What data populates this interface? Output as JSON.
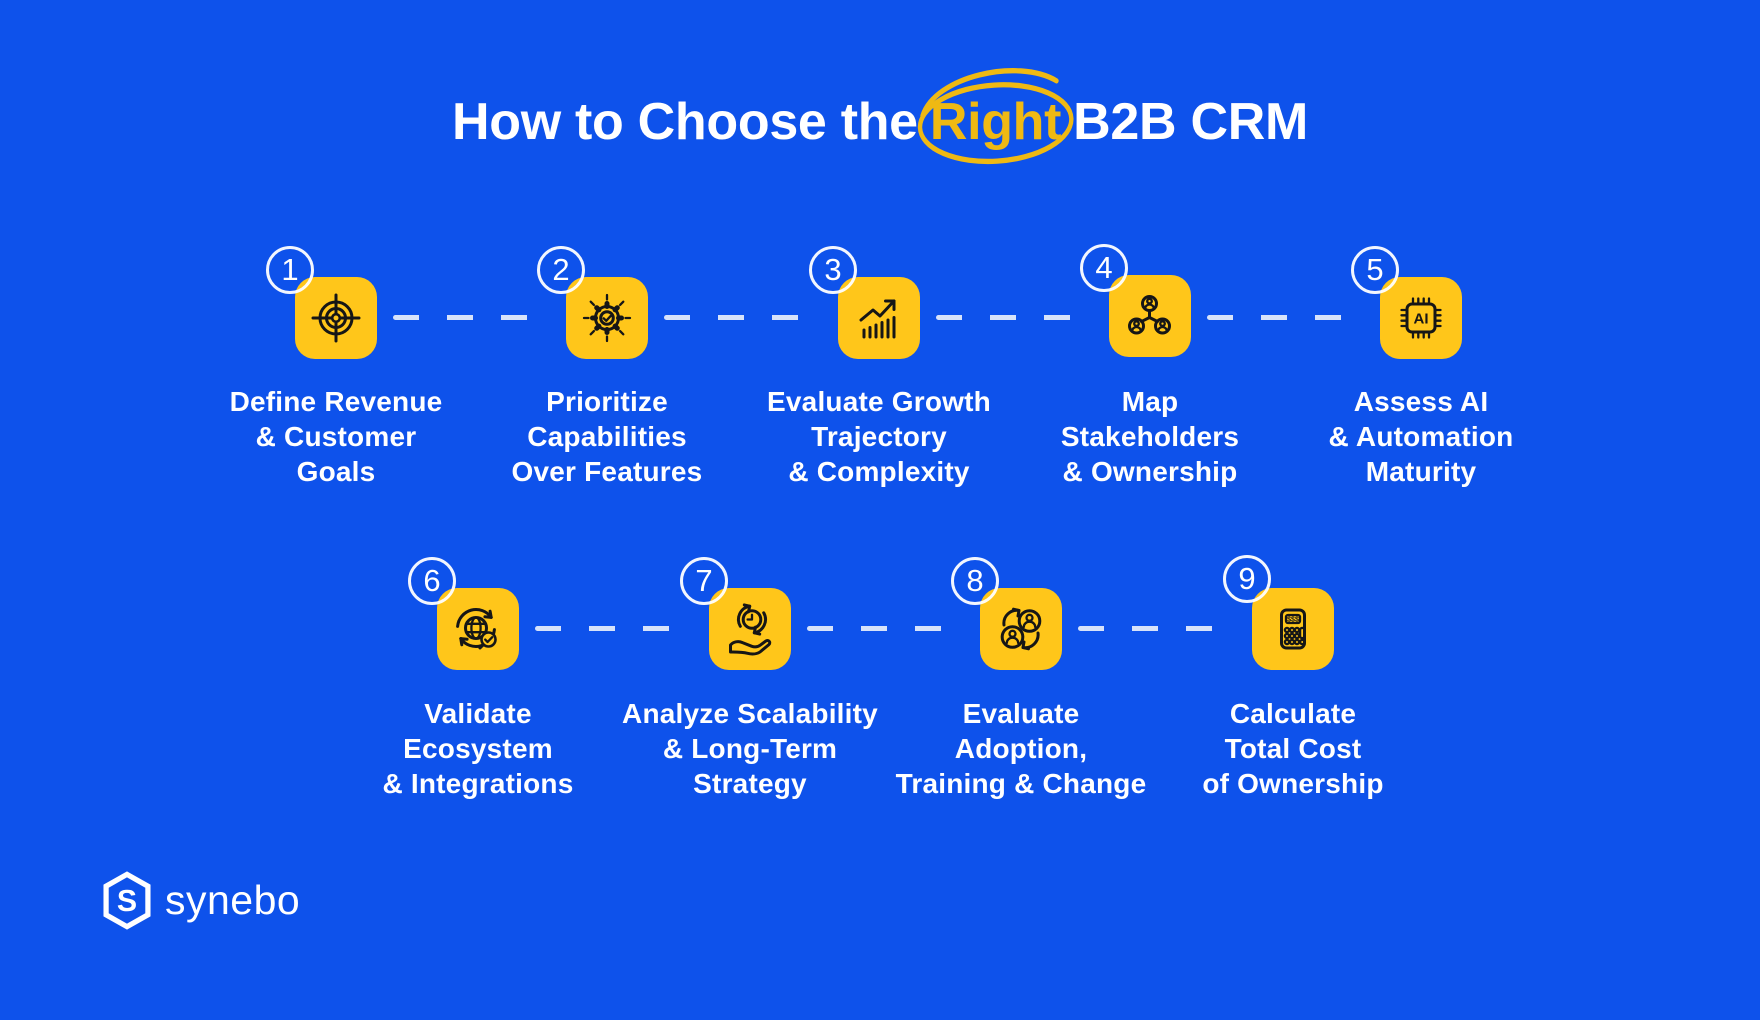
{
  "colors": {
    "background": "#0E52EB",
    "accent_yellow": "#FFC61A",
    "highlight_yellow": "#EFB913",
    "icon_ink": "#161616",
    "dash": "#D7E3FA",
    "text_white": "#FFFFFF"
  },
  "title": {
    "prefix": "How to Choose the",
    "highlight": "Right",
    "suffix": "B2B CRM"
  },
  "steps": [
    {
      "number": "1",
      "icon": "target-icon",
      "label_lines": [
        "Define Revenue",
        "& Customer",
        "Goals"
      ]
    },
    {
      "number": "2",
      "icon": "gear-check-icon",
      "label_lines": [
        "Prioritize",
        "Capabilities",
        "Over Features"
      ]
    },
    {
      "number": "3",
      "icon": "growth-chart-icon",
      "label_lines": [
        "Evaluate Growth",
        "Trajectory",
        "& Complexity"
      ]
    },
    {
      "number": "4",
      "icon": "stakeholders-network-icon",
      "label_lines": [
        "Map",
        "Stakeholders",
        "& Ownership"
      ]
    },
    {
      "number": "5",
      "icon": "ai-chip-icon",
      "icon_text": "AI",
      "label_lines": [
        "Assess AI",
        "& Automation",
        "Maturity"
      ]
    },
    {
      "number": "6",
      "icon": "globe-sync-check-icon",
      "label_lines": [
        "Validate",
        "Ecosystem",
        "& Integrations"
      ]
    },
    {
      "number": "7",
      "icon": "hand-clock-icon",
      "label_lines": [
        "Analyze Scalability",
        "& Long-Term",
        "Strategy"
      ]
    },
    {
      "number": "8",
      "icon": "user-exchange-icon",
      "label_lines": [
        "Evaluate",
        "Adoption,",
        "Training & Change"
      ]
    },
    {
      "number": "9",
      "icon": "calculator-icon",
      "icon_display": "$$$",
      "label_lines": [
        "Calculate",
        "Total Cost",
        "of Ownership"
      ]
    }
  ],
  "logo": {
    "text": "synebo",
    "monogram": "S"
  }
}
